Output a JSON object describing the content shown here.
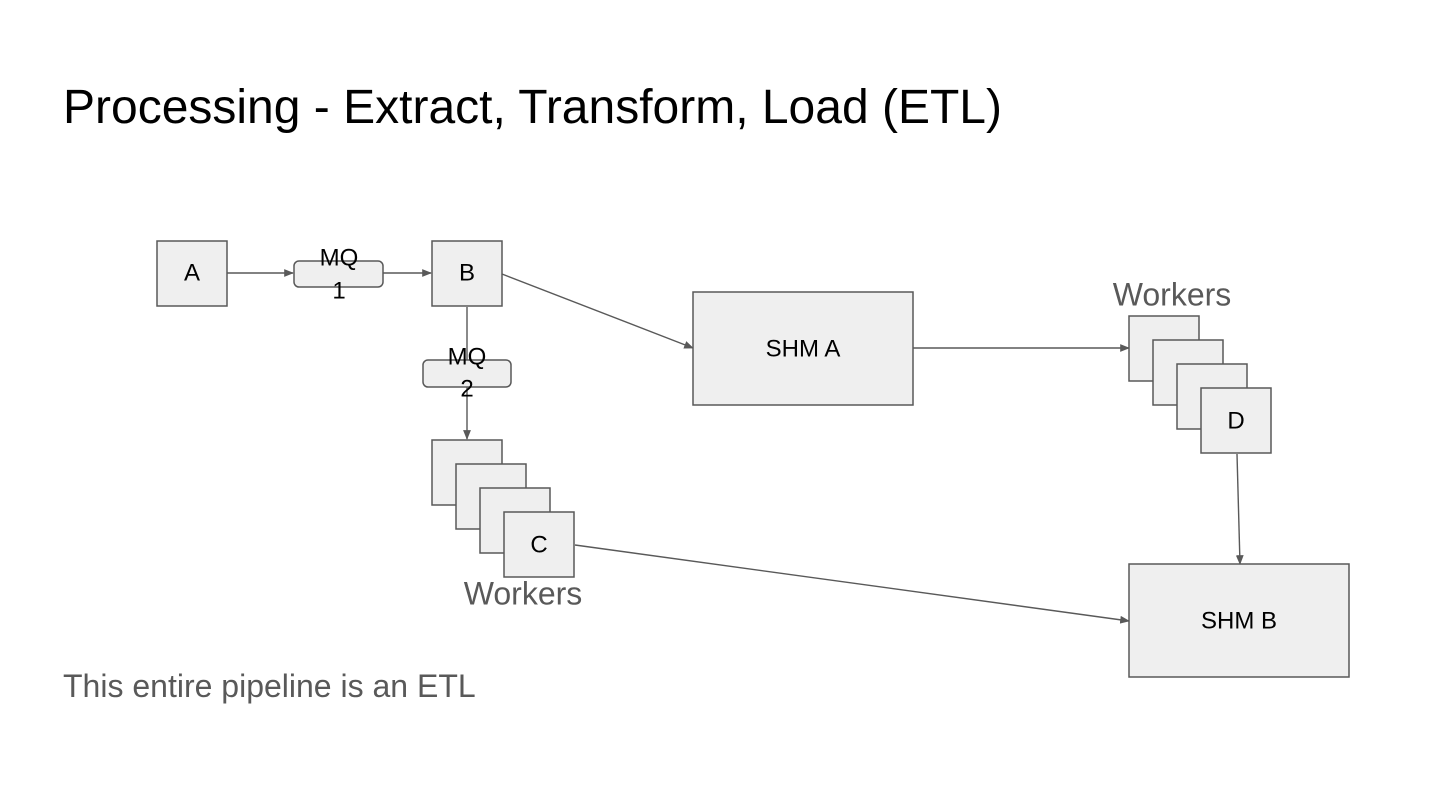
{
  "slide": {
    "title": "Processing - Extract, Transform, Load (ETL)",
    "caption": "This entire pipeline is an ETL"
  },
  "diagram": {
    "nodes": {
      "a": "A",
      "mq1": [
        "MQ",
        "1"
      ],
      "b": "B",
      "mq2": [
        "MQ",
        "2"
      ],
      "shm_a": "SHM A",
      "c": "C",
      "d": "D",
      "shm_b": "SHM B"
    },
    "worker_labels": {
      "left": "Workers",
      "right": "Workers"
    }
  },
  "colors": {
    "box_fill": "#efefef",
    "stroke": "#595959",
    "caption_text": "#595959",
    "title_text": "#000000"
  }
}
